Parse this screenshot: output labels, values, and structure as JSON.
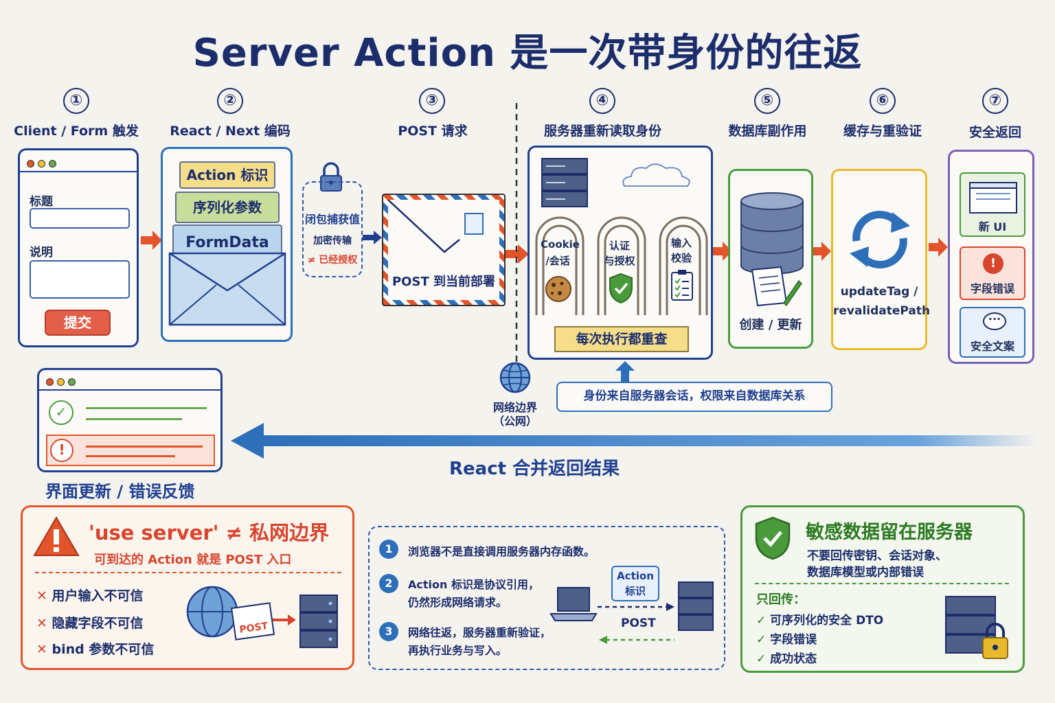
{
  "title": "Server Action 是一次带身份的往返",
  "colors": {
    "navy": "#1c2d6b",
    "orange": "#e2552b",
    "green": "#4a9a3c",
    "yellow": "#e9b92c",
    "purple": "#7b5fb4",
    "red": "#d8452f"
  },
  "steps": [
    {
      "num": "①",
      "label": "Client / Form 触发"
    },
    {
      "num": "②",
      "label": "React / Next 编码"
    },
    {
      "num": "③",
      "label": "POST 请求"
    },
    {
      "num": "④",
      "label": "服务器重新读取身份"
    },
    {
      "num": "⑤",
      "label": "数据库副作用"
    },
    {
      "num": "⑥",
      "label": "缓存与重验证"
    },
    {
      "num": "⑦",
      "label": "安全返回"
    }
  ],
  "form": {
    "field1_label": "标题",
    "field2_label": "说明",
    "submit": "提交"
  },
  "encode": {
    "card1": "Action 标识",
    "card2": "序列化参数",
    "card3": "FormData"
  },
  "closure": {
    "line1": "闭包捕获值",
    "line2": "加密传输",
    "line3": "≠ 已经授权"
  },
  "post": {
    "label": "POST 到当前部署"
  },
  "boundary": {
    "line1": "网络边界",
    "line2": "（公网）"
  },
  "server": {
    "arch1": [
      "Cookie",
      "/会话"
    ],
    "arch2": [
      "认证",
      "与授权"
    ],
    "arch3": [
      "输入",
      "校验"
    ],
    "banner": "每次执行都重查",
    "identity_note": "身份来自服务器会话，权限来自数据库关系"
  },
  "db": {
    "label": "创建 / 更新"
  },
  "cache": {
    "line1": "updateTag /",
    "line2": "revalidatePath"
  },
  "ret": {
    "item1": "新 UI",
    "item2": "字段错误",
    "item3": "安全文案"
  },
  "result": {
    "label": "界面更新 / 错误反馈",
    "merge": "React 合并返回结果"
  },
  "warn": {
    "title": "'use server' ≠ 私网边界",
    "subtitle": "可到达的 Action 就是 POST 入口",
    "items": [
      "用户输入不可信",
      "隐藏字段不可信",
      "bind 参数不可信"
    ],
    "envelope": "POST"
  },
  "notes": {
    "n1": {
      "num": "1",
      "line1": "浏览器不是直接调用服务器内存函数。"
    },
    "n2": {
      "num": "2",
      "line1": "Action 标识是协议引用，",
      "line2": "仍然形成网络请求。"
    },
    "n3": {
      "num": "3",
      "line1": "网络往返，服务器重新验证，",
      "line2": "再执行业务与写入。"
    },
    "tag": [
      "Action",
      "标识"
    ],
    "post": "POST"
  },
  "sensitive": {
    "title": "敏感数据留在服务器",
    "desc1": "不要回传密钥、会话对象、",
    "desc2": "数据库模型或内部错误",
    "only": "只回传：",
    "items": [
      "可序列化的安全 DTO",
      "字段错误",
      "成功状态"
    ]
  }
}
